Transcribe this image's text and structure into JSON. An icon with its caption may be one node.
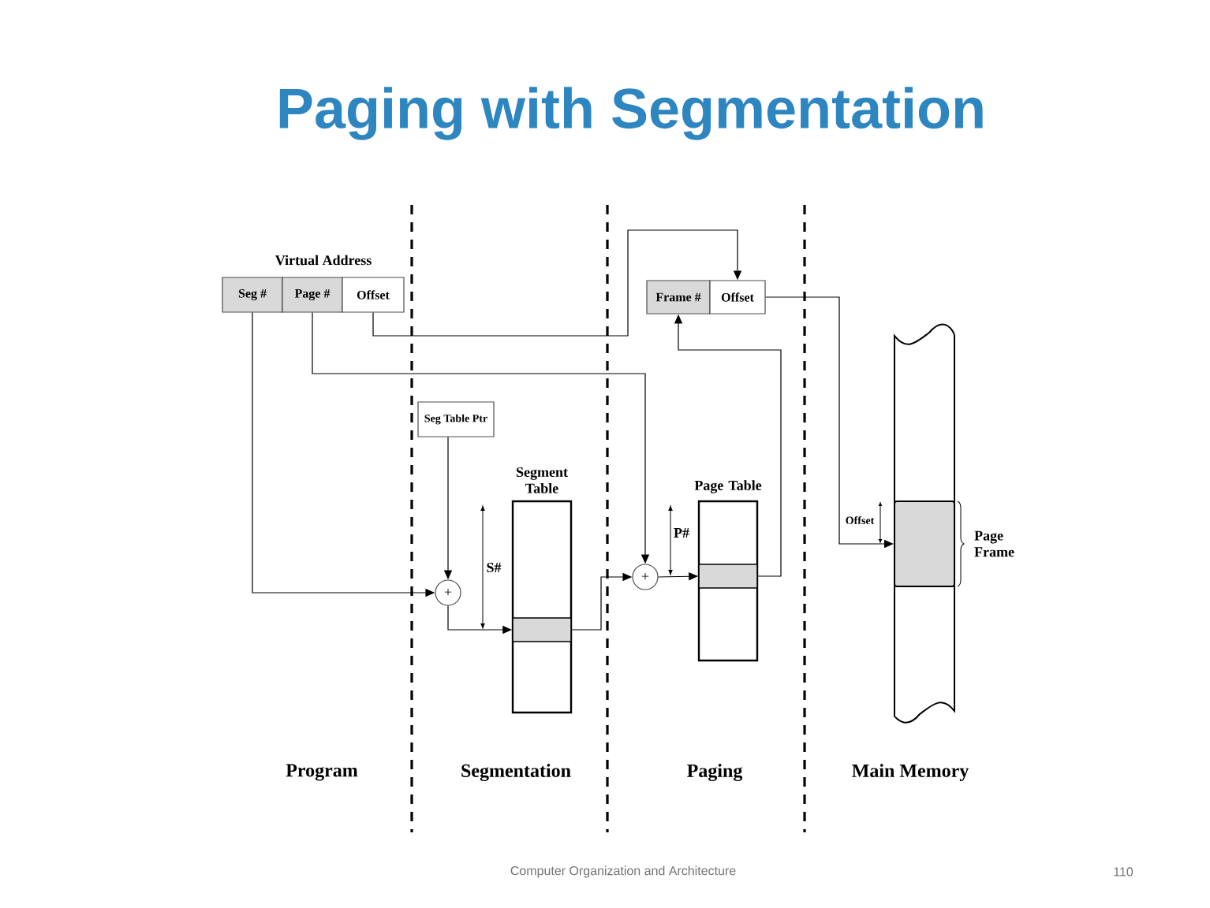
{
  "diagram": {
    "title": "Paging with Segmentation",
    "nodes": [
      {
        "text": [
          "Seg #"
        ]
      },
      {
        "text": [
          "Page #"
        ]
      },
      {
        "text": [
          "Offset"
        ]
      },
      {
        "text": [
          "Seg Table Ptr"
        ]
      },
      {
        "text": [
          "+"
        ]
      },
      {
        "text": [
          "Segment Table"
        ]
      },
      {
        "text": [],
        "shape": "bar",
        "in": 5
      },
      {
        "text": [
          "+"
        ]
      },
      {
        "text": [
          "Page Table"
        ]
      },
      {
        "text": [],
        "shape": "bar",
        "in": 8
      },
      {
        "text": [
          "Frame #"
        ]
      },
      {
        "text": [
          "Offset"
        ]
      },
      {
        "text": [],
        "shape": "bar"
      },
      {
        "text": [],
        "shape": "box",
        "in": 12,
        "beside": [
          "Page Frame"
        ]
      }
    ],
    "edges": [
      {
        "from": 0,
        "to": 4,
        "arrow": "to"
      },
      {
        "from": 3,
        "to": 4,
        "arrow": "to"
      },
      {
        "from": 4,
        "to": 6,
        "arrow": "to"
      },
      {
        "from": 6,
        "to": 7,
        "arrow": "to"
      },
      {
        "from": 1,
        "to": 7,
        "arrow": "to"
      },
      {
        "from": 7,
        "to": 9,
        "arrow": "to"
      },
      {
        "from": 9,
        "to": 10,
        "arrow": "to"
      },
      {
        "from": 2,
        "to": 11,
        "arrow": "to"
      },
      {
        "from": 11,
        "to": 13,
        "arrow": "to"
      }
    ],
    "labels": [
      "Virtual Address",
      "S#",
      "P#",
      "Offset",
      "Program",
      "Segmentation",
      "Paging",
      "Main Memory",
      "Computer Organization and Architecture",
      "110"
    ]
  }
}
